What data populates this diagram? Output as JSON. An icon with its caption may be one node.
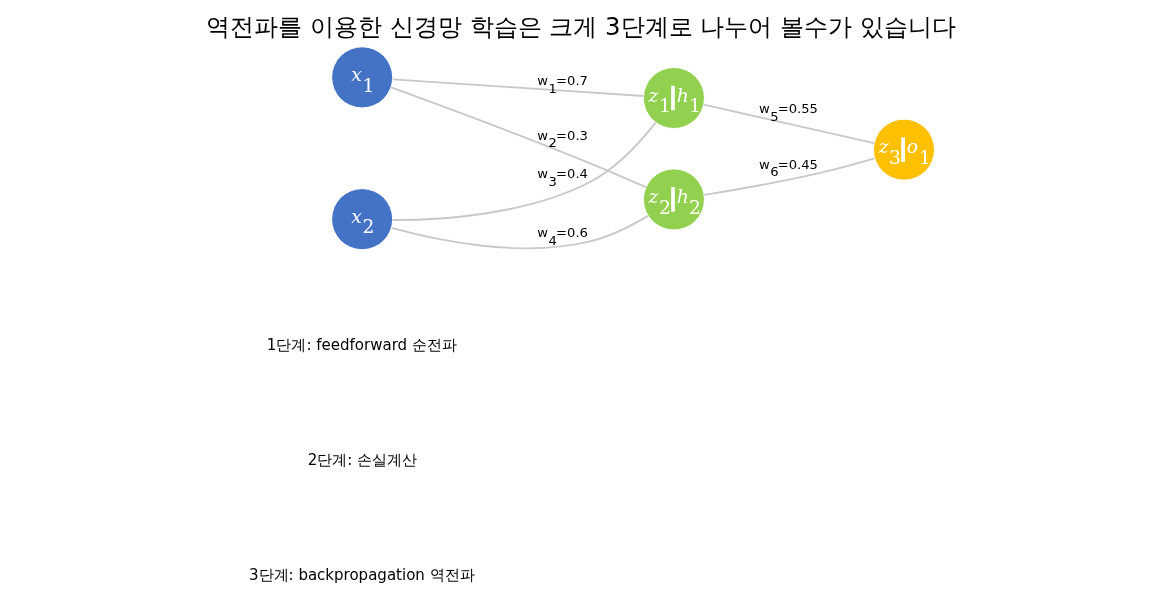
{
  "diagram": {
    "title": "역전파를 이용한 신경망 학습은 크게 3단계로 나누어 볼수가 있습니다",
    "nodes": [
      {
        "text": [
          "x$_{1}$"
        ]
      },
      {
        "text": [
          "x$_{2}$"
        ]
      },
      {
        "text": [
          "z$_{1}$",
          "h$_{1}$"
        ]
      },
      {
        "text": [
          "z$_{2}$",
          "h$_{2}$"
        ]
      },
      {
        "text": [
          "z$_{3}$",
          "o$_{1}$"
        ]
      }
    ],
    "edges": [
      {
        "from": 0,
        "to": 2,
        "arrow": "none",
        "label": "w$_{1}$=0.7"
      },
      {
        "from": 0,
        "to": 3,
        "arrow": "none",
        "label": "w$_{2}$=0.3"
      },
      {
        "from": 1,
        "to": 2,
        "arrow": "none",
        "label": "w$_{3}$=0.4"
      },
      {
        "from": 1,
        "to": 3,
        "arrow": "none",
        "label": "w$_{4}$=0.6"
      },
      {
        "from": 2,
        "to": 4,
        "arrow": "none",
        "label": "w$_{5}$=0.55"
      },
      {
        "from": 3,
        "to": 4,
        "arrow": "none",
        "label": "w$_{6}$=0.45"
      }
    ],
    "labels": [
      "1단계: feedforward 순전파",
      "2단계: 손실계산",
      "3단계: backpropagation 역전파"
    ]
  }
}
